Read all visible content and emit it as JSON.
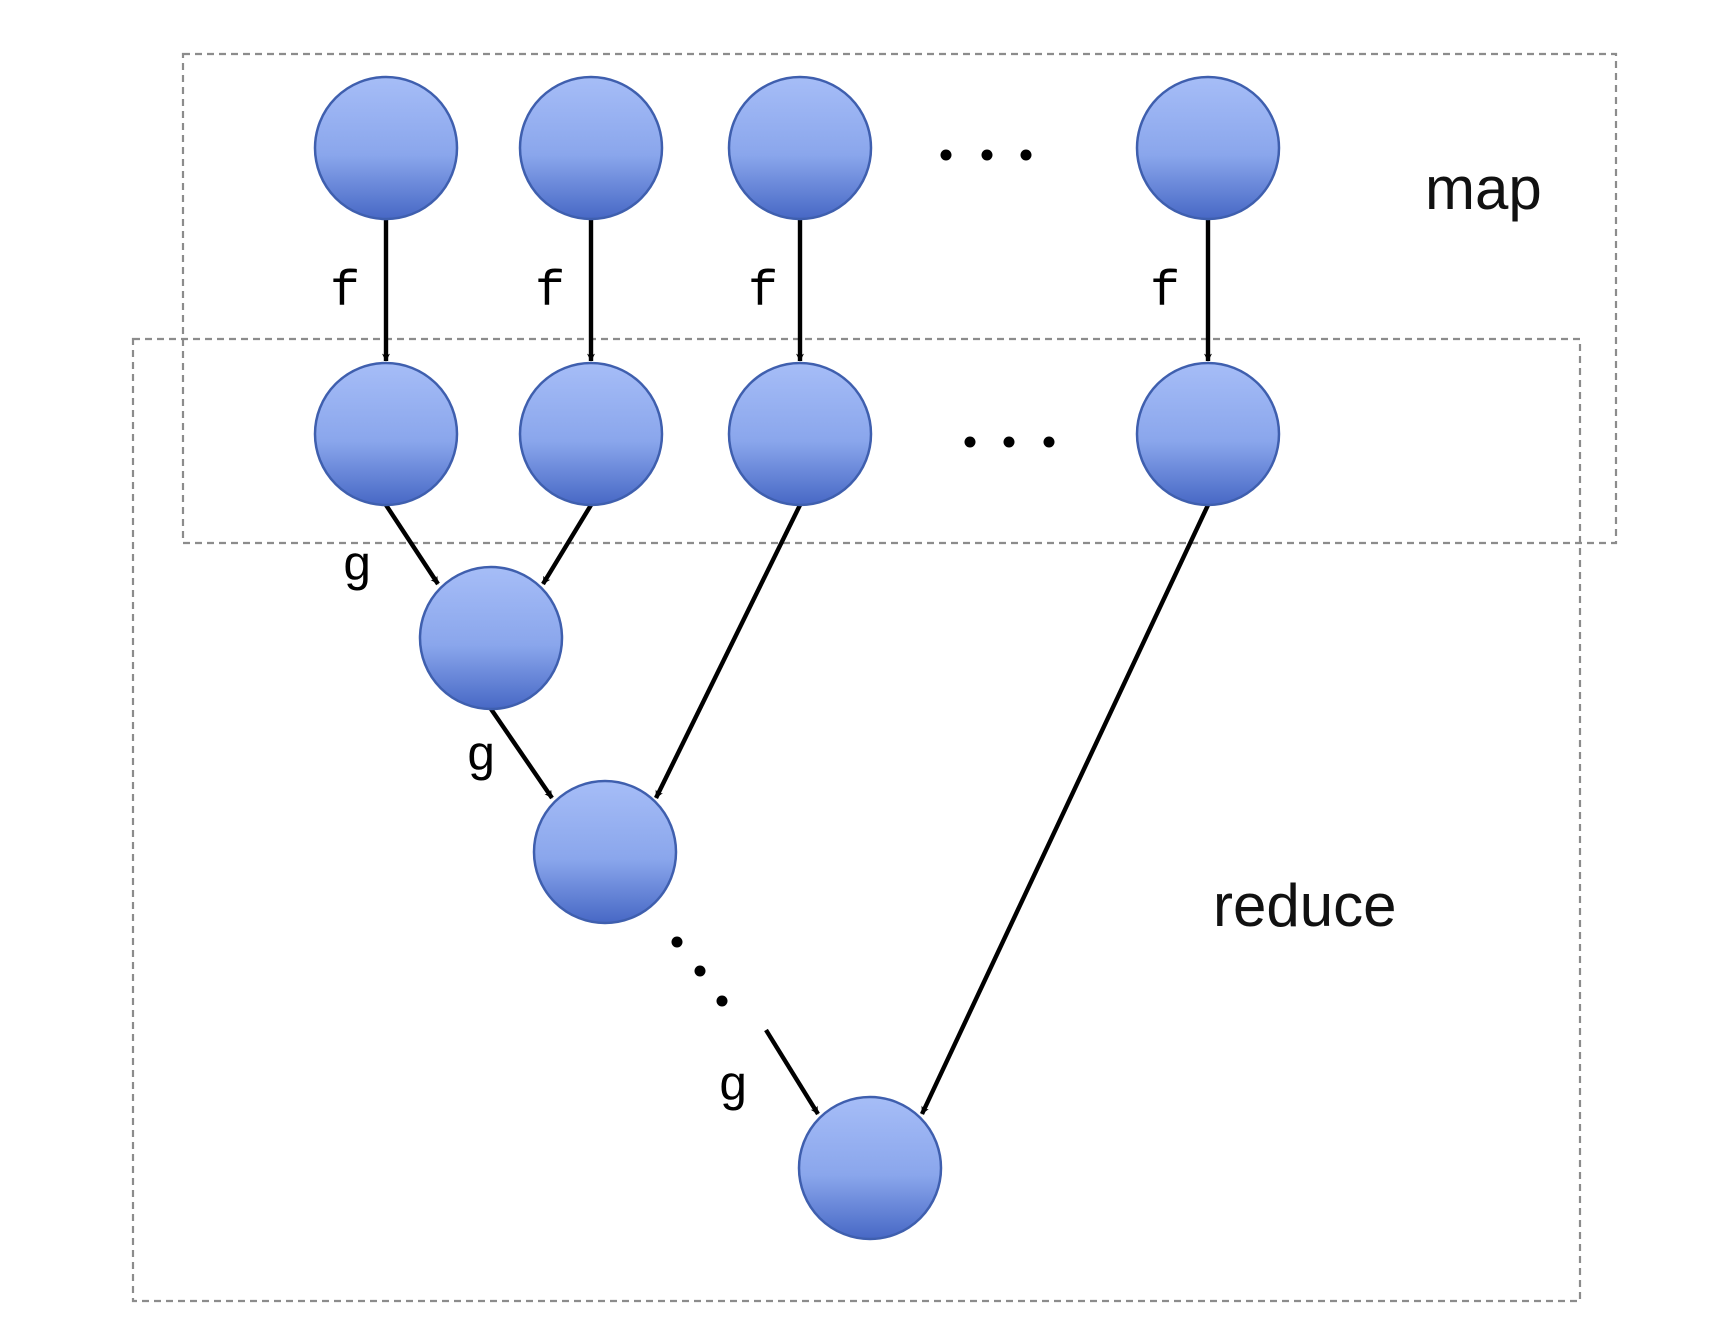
{
  "diagram": {
    "regions": [
      {
        "id": "map",
        "label": "map"
      },
      {
        "id": "reduce",
        "label": "reduce"
      }
    ],
    "colors": {
      "node_top": "#a6bdf7",
      "node_bottom": "#4768c5",
      "node_stroke": "#3f5fae",
      "region_stroke": "#8c8c8c",
      "edge": "#000000"
    },
    "map_operator": "f",
    "reduce_operator": "g",
    "ellipsis": "..."
  }
}
